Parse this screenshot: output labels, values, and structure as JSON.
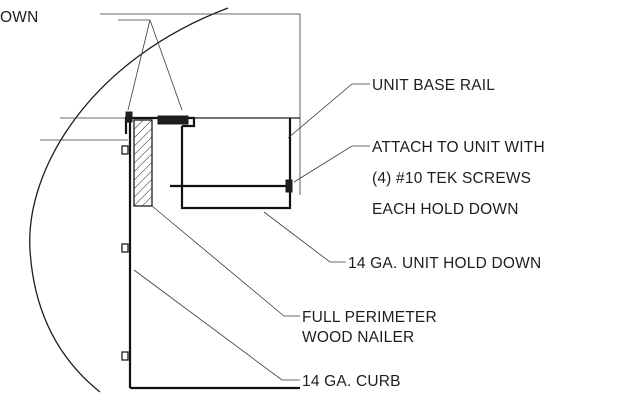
{
  "labels": {
    "top_left_partial": "OWN",
    "unit_base_rail": "UNIT BASE RAIL",
    "attach_line1": "ATTACH TO UNIT WITH",
    "attach_line2": "(4) #10 TEK SCREWS",
    "attach_line3": "EACH HOLD DOWN",
    "unit_hold_down": "14 GA. UNIT HOLD DOWN",
    "nailer_line1": "FULL PERIMETER",
    "nailer_line2": "WOOD NAILER",
    "curb": "14 GA. CURB"
  },
  "colors": {
    "ink": "#1e1e1e",
    "paper": "#ffffff"
  }
}
